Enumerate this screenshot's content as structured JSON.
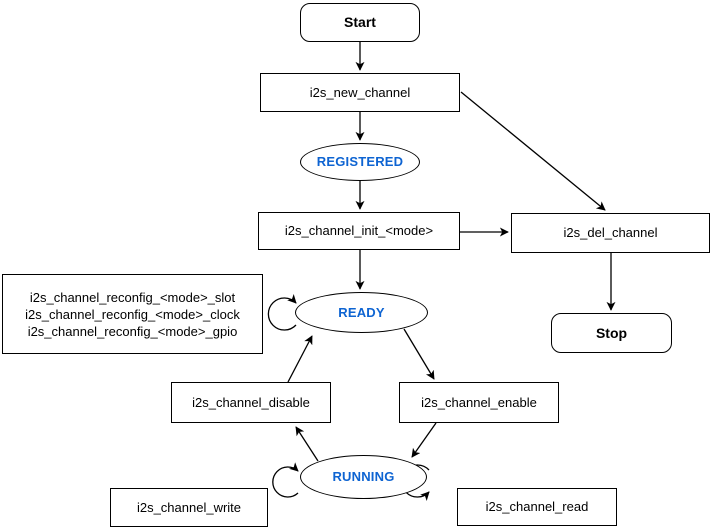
{
  "diagram": {
    "type": "state-flowchart",
    "accent_blue": "#0E64D2",
    "stroke_color": "#000000",
    "background": "#ffffff",
    "nodes": {
      "start": {
        "label": "Start",
        "shape": "rounded-terminal"
      },
      "new_channel": {
        "label": "i2s_new_channel",
        "shape": "process"
      },
      "registered": {
        "label": "REGISTERED",
        "shape": "state-ellipse"
      },
      "init": {
        "label": "i2s_channel_init_<mode>",
        "shape": "process"
      },
      "del_channel": {
        "label": "i2s_del_channel",
        "shape": "process"
      },
      "stop": {
        "label": "Stop",
        "shape": "rounded-terminal"
      },
      "reconfig": {
        "lines": [
          "i2s_channel_reconfig_<mode>_slot",
          "i2s_channel_reconfig_<mode>_clock",
          "i2s_channel_reconfig_<mode>_gpio"
        ],
        "shape": "process"
      },
      "ready": {
        "label": "READY",
        "shape": "state-ellipse"
      },
      "disable": {
        "label": "i2s_channel_disable",
        "shape": "process"
      },
      "enable": {
        "label": "i2s_channel_enable",
        "shape": "process"
      },
      "running": {
        "label": "RUNNING",
        "shape": "state-ellipse"
      },
      "write": {
        "label": "i2s_channel_write",
        "shape": "process"
      },
      "read": {
        "label": "i2s_channel_read",
        "shape": "process"
      }
    },
    "edges": [
      {
        "from": "start",
        "to": "new_channel"
      },
      {
        "from": "new_channel",
        "to": "registered"
      },
      {
        "from": "new_channel",
        "to": "del_channel"
      },
      {
        "from": "registered",
        "to": "init"
      },
      {
        "from": "init",
        "to": "ready"
      },
      {
        "from": "init",
        "to": "del_channel"
      },
      {
        "from": "del_channel",
        "to": "stop"
      },
      {
        "from": "ready",
        "to": "ready",
        "note": "reconfig self-loop"
      },
      {
        "from": "ready",
        "to": "enable"
      },
      {
        "from": "enable",
        "to": "running"
      },
      {
        "from": "running",
        "to": "disable"
      },
      {
        "from": "disable",
        "to": "ready"
      },
      {
        "from": "running",
        "to": "running",
        "note": "write self-loop"
      },
      {
        "from": "running",
        "to": "running",
        "note": "read self-loop"
      }
    ]
  }
}
